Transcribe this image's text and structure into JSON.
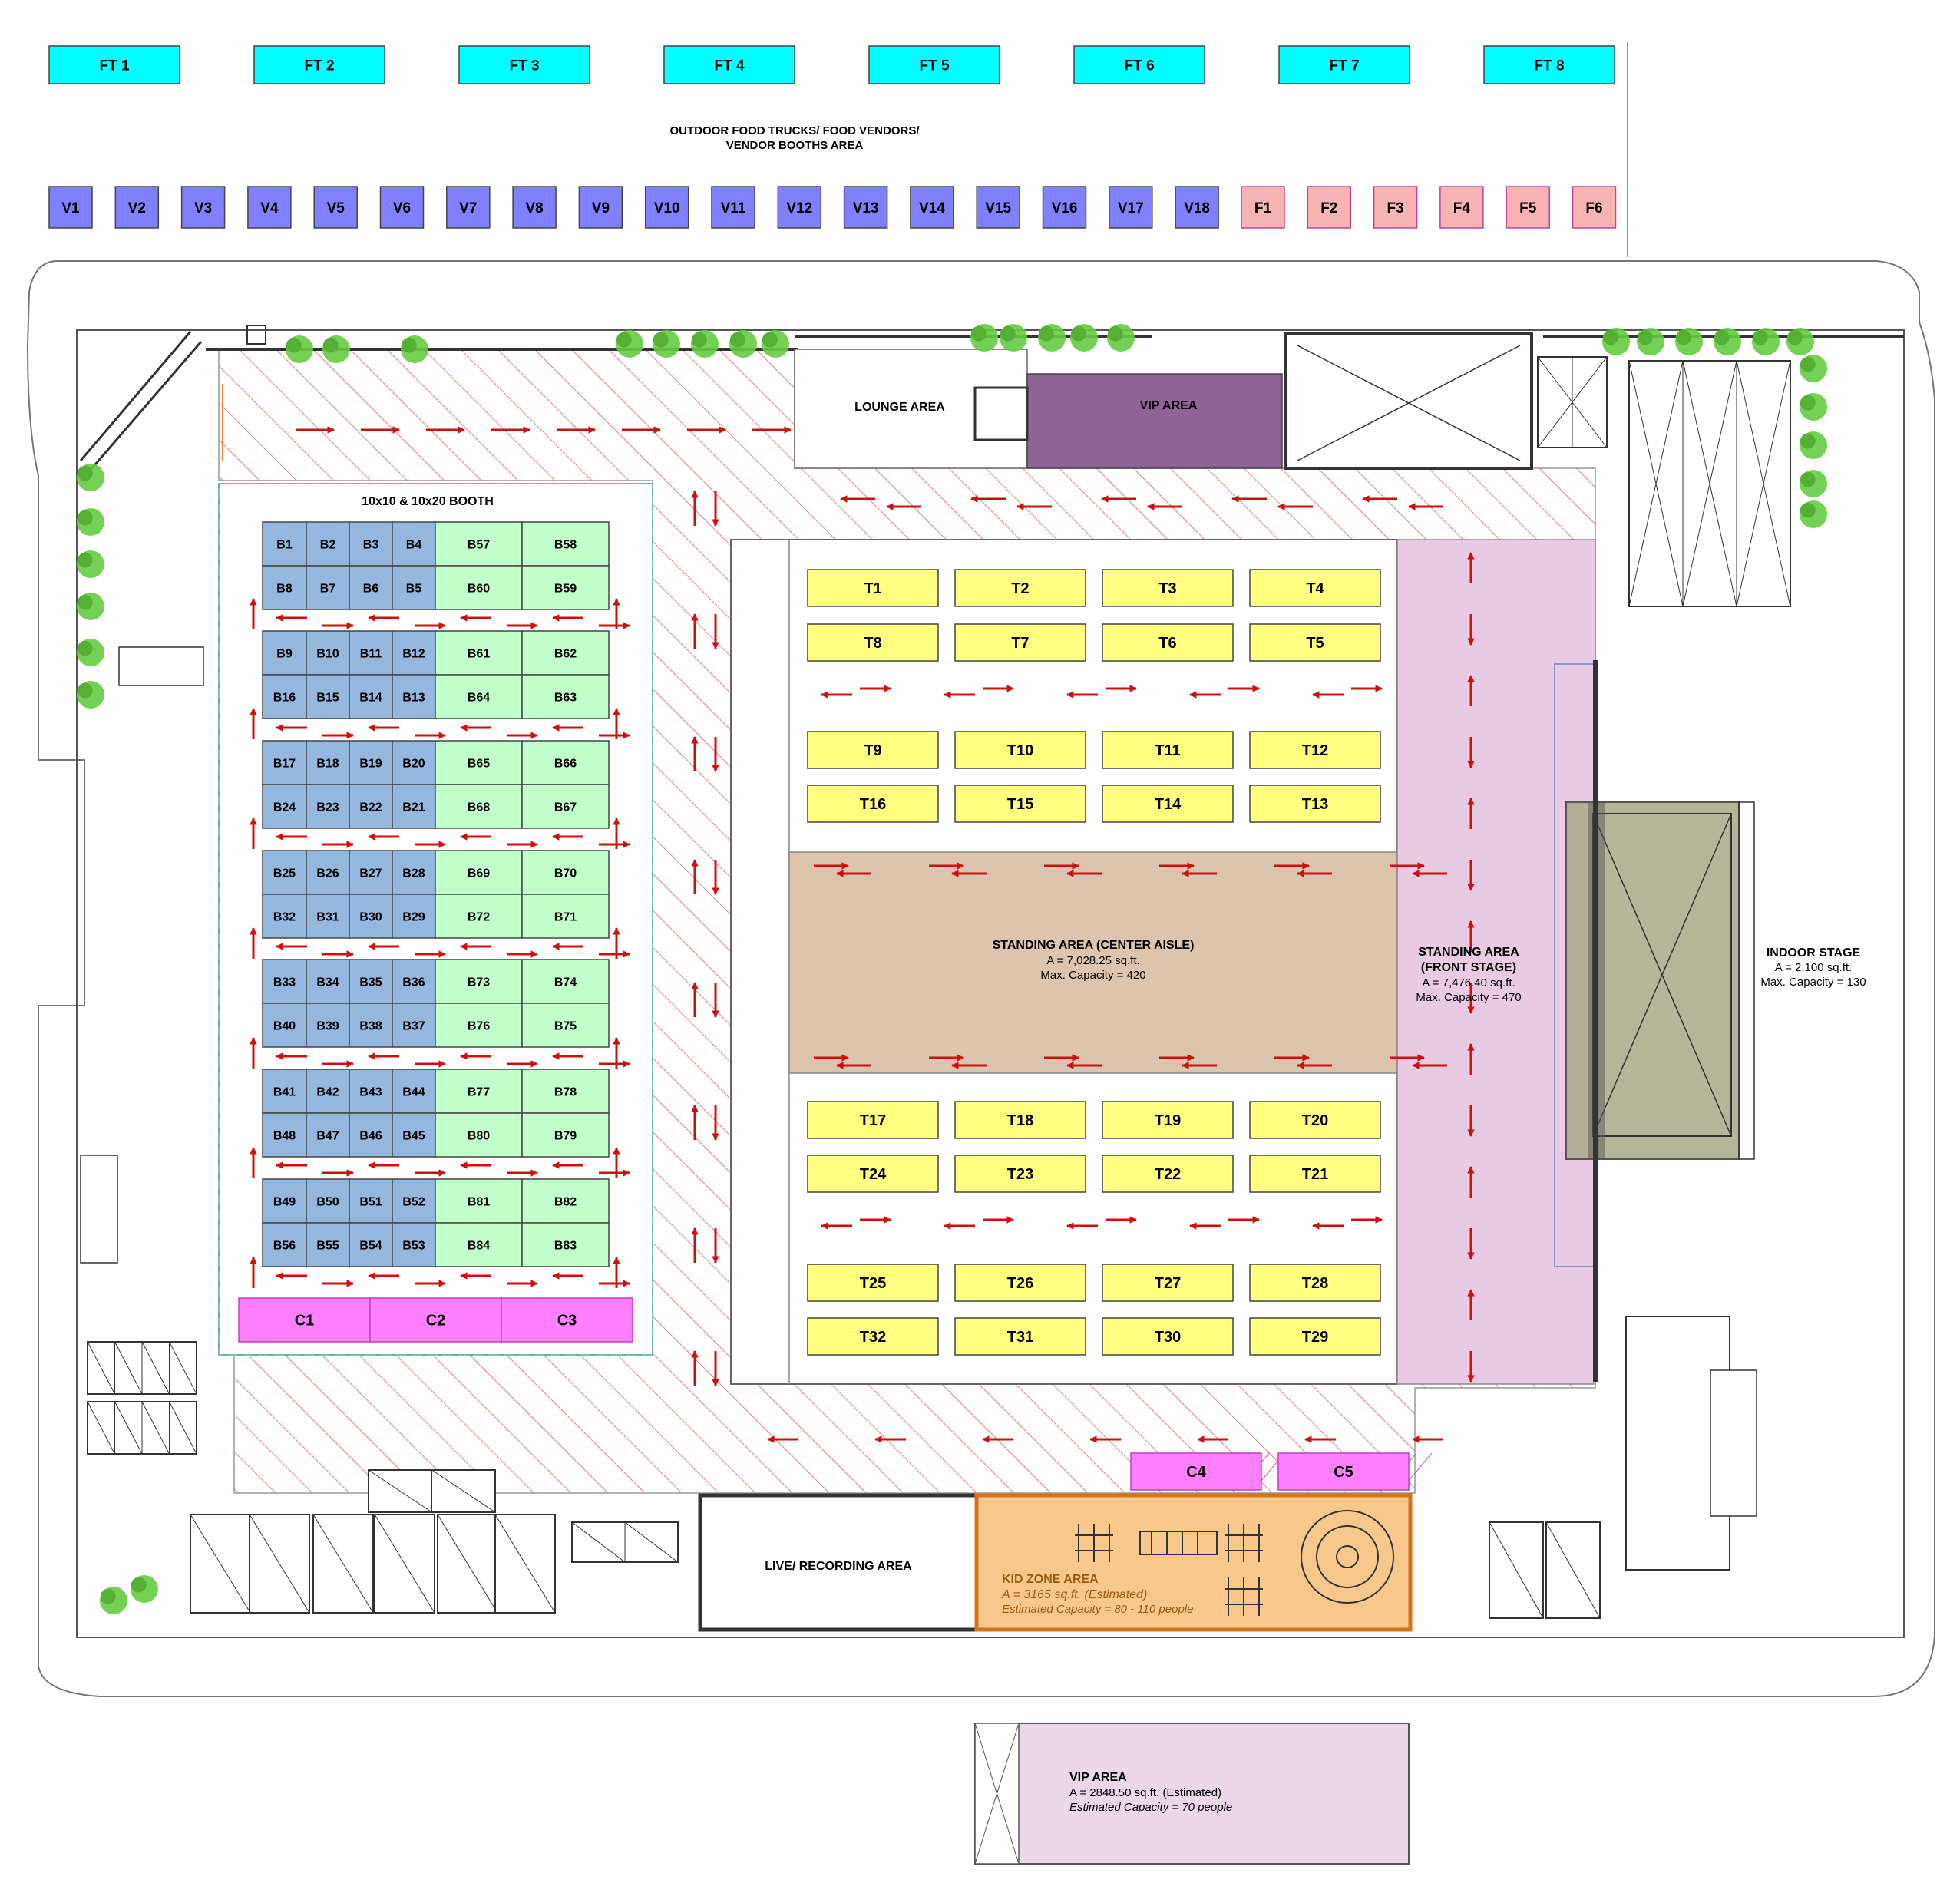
{
  "colors": {
    "food_truck": "#00ffff",
    "vendor": "#8080ff",
    "food_vendor": "#f8b4b4",
    "booth_small": "#93b7dd",
    "booth_large": "#c0ffcc",
    "c_booth": "#ff80ff",
    "table": "#ffff80",
    "center_aisle": "#dcc4ae",
    "front_stage": "#e8cbe2",
    "indoor_stage": "#a8a888",
    "vip_top": "#8e6495",
    "vip_bottom": "#ead7ea",
    "kid_zone": "#f8c78c",
    "arrow": "#cc1111",
    "hatch": "#e88080",
    "tree": "#66cc44"
  },
  "food_trucks": [
    "FT 1",
    "FT 2",
    "FT 3",
    "FT 4",
    "FT 5",
    "FT 6",
    "FT 7",
    "FT 8"
  ],
  "outdoor_area": {
    "line1": "OUTDOOR FOOD TRUCKS/ FOOD VENDORS/",
    "line2": "VENDOR BOOTHS AREA"
  },
  "vendors": [
    "V1",
    "V2",
    "V3",
    "V4",
    "V5",
    "V6",
    "V7",
    "V8",
    "V9",
    "V10",
    "V11",
    "V12",
    "V13",
    "V14",
    "V15",
    "V16",
    "V17",
    "V18"
  ],
  "food_vendors": [
    "F1",
    "F2",
    "F3",
    "F4",
    "F5",
    "F6"
  ],
  "booth_area_title": "10x10 & 10x20 BOOTH",
  "booth_rows": [
    [
      "B1",
      "B2",
      "B3",
      "B4",
      "B57",
      "B58"
    ],
    [
      "B8",
      "B7",
      "B6",
      "B5",
      "B60",
      "B59"
    ],
    [
      "B9",
      "B10",
      "B11",
      "B12",
      "B61",
      "B62"
    ],
    [
      "B16",
      "B15",
      "B14",
      "B13",
      "B64",
      "B63"
    ],
    [
      "B17",
      "B18",
      "B19",
      "B20",
      "B65",
      "B66"
    ],
    [
      "B24",
      "B23",
      "B22",
      "B21",
      "B68",
      "B67"
    ],
    [
      "B25",
      "B26",
      "B27",
      "B28",
      "B69",
      "B70"
    ],
    [
      "B32",
      "B31",
      "B30",
      "B29",
      "B72",
      "B71"
    ],
    [
      "B33",
      "B34",
      "B35",
      "B36",
      "B73",
      "B74"
    ],
    [
      "B40",
      "B39",
      "B38",
      "B37",
      "B76",
      "B75"
    ],
    [
      "B41",
      "B42",
      "B43",
      "B44",
      "B77",
      "B78"
    ],
    [
      "B48",
      "B47",
      "B46",
      "B45",
      "B80",
      "B79"
    ],
    [
      "B49",
      "B50",
      "B51",
      "B52",
      "B81",
      "B82"
    ],
    [
      "B56",
      "B55",
      "B54",
      "B53",
      "B84",
      "B83"
    ]
  ],
  "c_booths_left": [
    "C1",
    "C2",
    "C3"
  ],
  "c_booths_bottom": [
    "C4",
    "C5"
  ],
  "table_rows": [
    [
      "T1",
      "T2",
      "T3",
      "T4"
    ],
    [
      "T8",
      "T7",
      "T6",
      "T5"
    ],
    [
      "T9",
      "T10",
      "T11",
      "T12"
    ],
    [
      "T16",
      "T15",
      "T14",
      "T13"
    ],
    [
      "T17",
      "T18",
      "T19",
      "T20"
    ],
    [
      "T24",
      "T23",
      "T22",
      "T21"
    ],
    [
      "T25",
      "T26",
      "T27",
      "T28"
    ],
    [
      "T32",
      "T31",
      "T30",
      "T29"
    ]
  ],
  "lounge_label": "LOUNGE AREA",
  "vip_top_label": "VIP AREA",
  "center_aisle": {
    "title": "STANDING AREA (CENTER AISLE)",
    "area": "A = 7,028.25 sq.ft.",
    "capacity": "Max. Capacity = 420"
  },
  "front_stage": {
    "title1": "STANDING AREA",
    "title2": "(FRONT STAGE)",
    "area": "A = 7,476.40 sq.ft.",
    "capacity": "Max. Capacity = 470"
  },
  "indoor_stage": {
    "title": "INDOOR STAGE",
    "area": "A = 2,100 sq.ft.",
    "capacity": "Max. Capacity = 130"
  },
  "live_recording_label": "LIVE/ RECORDING AREA",
  "kid_zone": {
    "title": "KID ZONE AREA",
    "area": "A = 3165 sq.ft. (Estimated)",
    "capacity": "Estimated Capacity = 80 - 110 people"
  },
  "vip_bottom": {
    "title": "VIP AREA",
    "area": "A = 2848.50 sq.ft. (Estimated)",
    "capacity": "Estimated Capacity = 70 people"
  }
}
